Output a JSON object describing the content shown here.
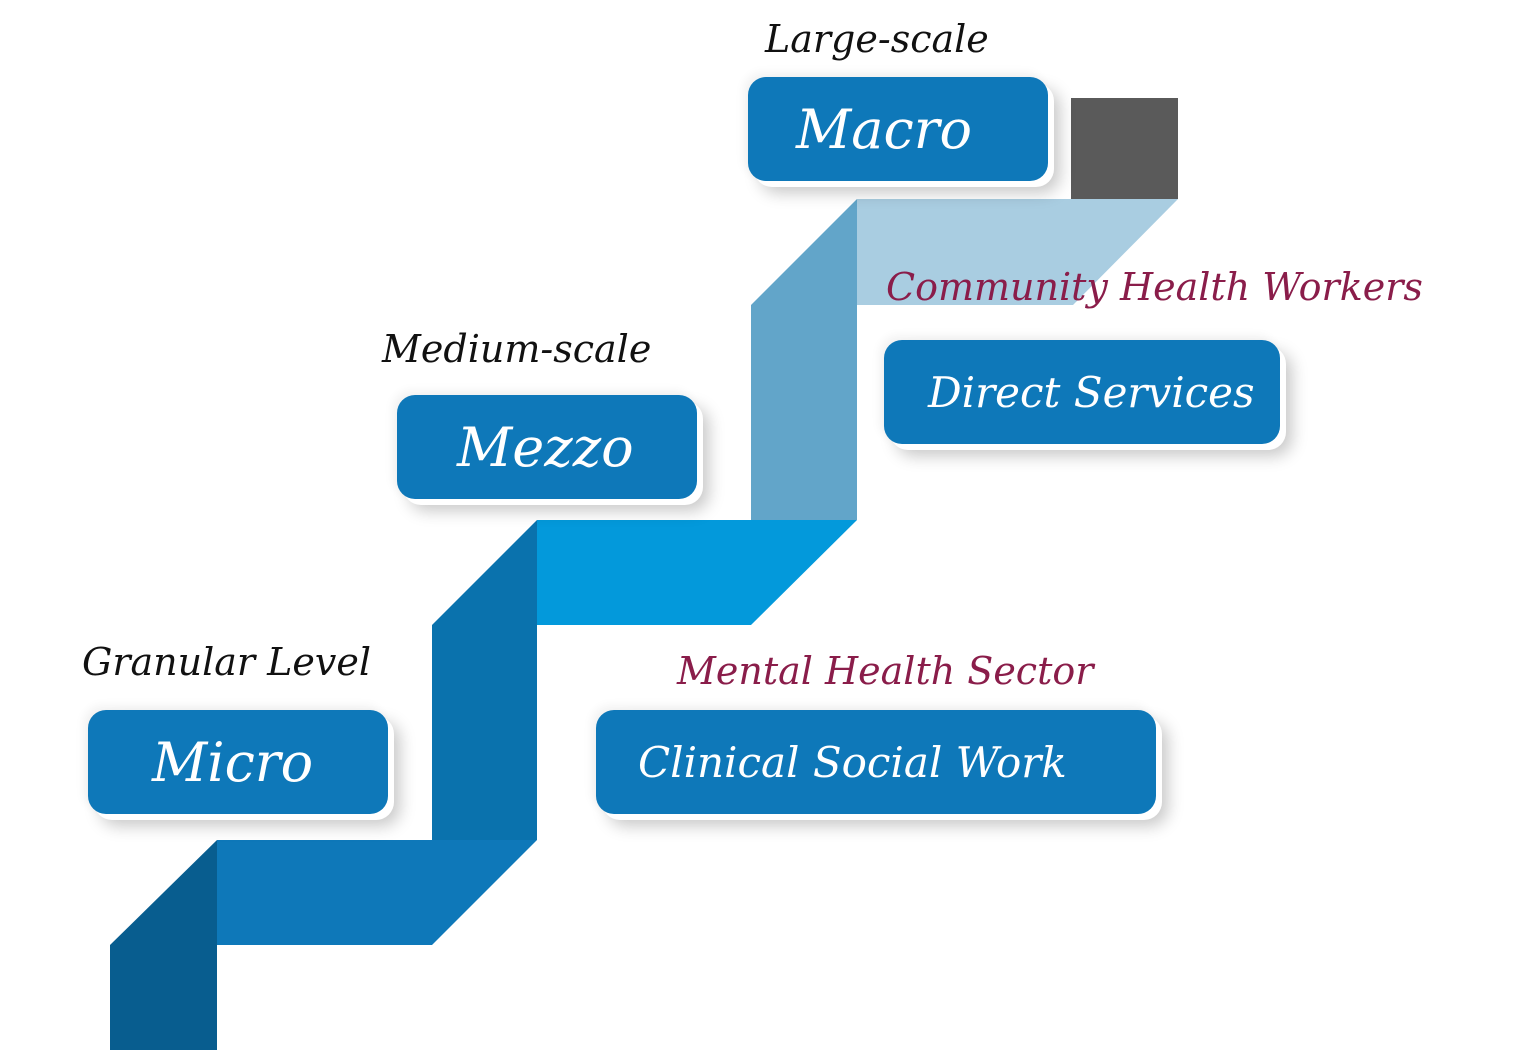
{
  "levels": {
    "macro": {
      "caption": "Large-scale",
      "label": "Macro"
    },
    "mezzo": {
      "caption": "Medium-scale",
      "label": "Mezzo"
    },
    "micro": {
      "caption": "Granular Level",
      "label": "Micro"
    }
  },
  "examples": {
    "macro": {
      "sector": "Community Health Workers",
      "label": "Direct Services"
    },
    "micro": {
      "sector": "Mental Health Sector",
      "label": "Clinical Social Work"
    }
  },
  "colors": {
    "box": "#0e78b9",
    "caption_text": "#111111",
    "sector_text": "#8a1d4a",
    "ribbon_bottom": "#0e78b9",
    "ribbon_bottom_dark": "#085d8f",
    "ribbon_middle": "#0399db",
    "ribbon_middle_dark": "#0a72ad",
    "ribbon_top_riser": "#62a5c9",
    "ribbon_top": "#a9cde1",
    "top_block": "#5a5a5a"
  }
}
